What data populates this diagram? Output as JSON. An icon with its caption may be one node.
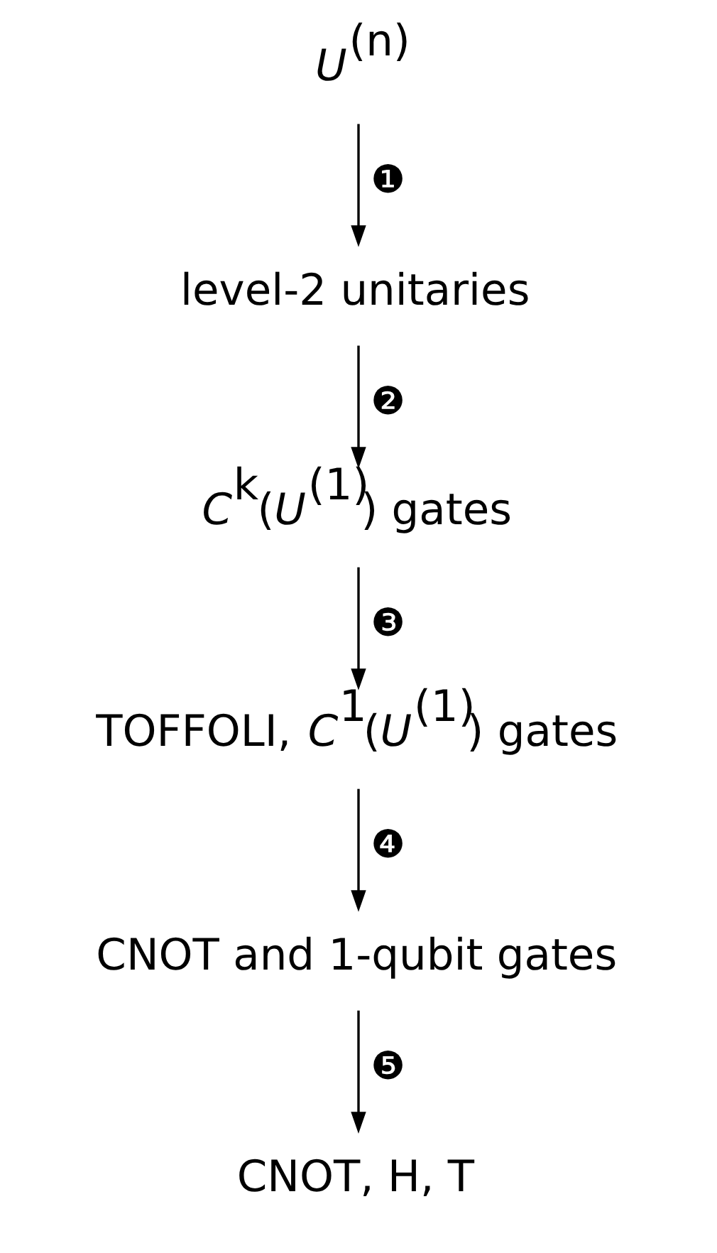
{
  "diagram": {
    "nodes": [
      {
        "text": [
          "*U*$^{(n)}$"
        ]
      },
      {
        "text": [
          "level-2 unitaries"
        ]
      },
      {
        "text": [
          "*C*$^{k}$(*U*$^{(1)}$) gates"
        ]
      },
      {
        "text": [
          "TOFFOLI, *C*$^{1}$(*U*$^{(1)}$) gates"
        ]
      },
      {
        "text": [
          "CNOT and 1-qubit gates"
        ]
      },
      {
        "text": [
          "CNOT, H, T"
        ]
      }
    ],
    "edges": [
      {
        "from": 0,
        "to": 1,
        "arrow": "to",
        "label": "❶"
      },
      {
        "from": 1,
        "to": 2,
        "arrow": "to",
        "label": "❷"
      },
      {
        "from": 2,
        "to": 3,
        "arrow": "to",
        "label": "❸"
      },
      {
        "from": 3,
        "to": 4,
        "arrow": "to",
        "label": "❹"
      },
      {
        "from": 4,
        "to": 5,
        "arrow": "to",
        "label": "❺"
      }
    ]
  }
}
